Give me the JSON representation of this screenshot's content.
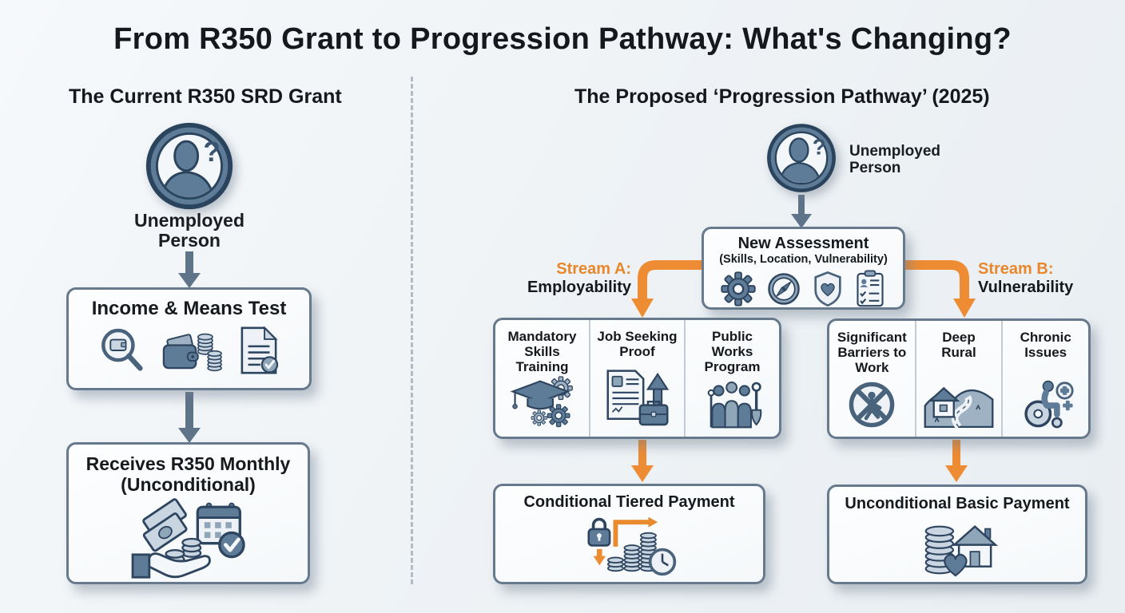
{
  "title": "From R350 Grant to Progression Pathway: What's Changing?",
  "left_panel": {
    "header": "The Current R350 SRD Grant",
    "person_label": "Unemployed\nPerson",
    "means_test_box": {
      "title": "Income & Means Test",
      "icons": [
        "magnifier-wallet-icon",
        "wallet-coins-icon",
        "document-check-icon"
      ]
    },
    "payment_box": {
      "title": "Receives R350 Monthly\n(Unconditional)",
      "icons": [
        "hand-money-calendar-icon"
      ]
    }
  },
  "right_panel": {
    "header": "The Proposed ‘Progression Pathway’ (2025)",
    "person_label": "Unemployed\nPerson",
    "assessment_box": {
      "title": "New Assessment",
      "subtitle": "(Skills, Location, Vulnerability)",
      "icons": [
        "gear-icon",
        "compass-icon",
        "shield-heart-icon",
        "clipboard-checklist-icon"
      ]
    },
    "stream_a": {
      "label": "Stream A:",
      "sublabel": "Employability",
      "columns": [
        {
          "title": "Mandatory\nSkills Training",
          "icon": "graduation-cap-gears-icon"
        },
        {
          "title": "Job Seeking\nProof",
          "icon": "cv-arrow-briefcase-icon"
        },
        {
          "title": "Public\nWorks\nProgram",
          "icon": "workers-shovel-icon"
        }
      ],
      "outcome": {
        "title": "Conditional Tiered Payment",
        "icon": "lock-coins-clock-icon"
      }
    },
    "stream_b": {
      "label": "Stream B:",
      "sublabel": "Vulnerability",
      "columns": [
        {
          "title": "Significant\nBarriers to\nWork",
          "icon": "no-work-icon"
        },
        {
          "title": "Deep\nRural",
          "icon": "rural-house-road-icon"
        },
        {
          "title": "Chronic\nIssues",
          "icon": "wheelchair-medical-icon"
        }
      ],
      "outcome": {
        "title": "Unconditional Basic Payment",
        "icon": "coins-house-heart-icon"
      }
    }
  },
  "colors": {
    "accent_orange": "#EE8C33",
    "slate": "#5E7B97",
    "slate_dark": "#2E4560",
    "box_border": "#66798D",
    "background": "#EDF1F5",
    "text": "#1A1D22"
  }
}
